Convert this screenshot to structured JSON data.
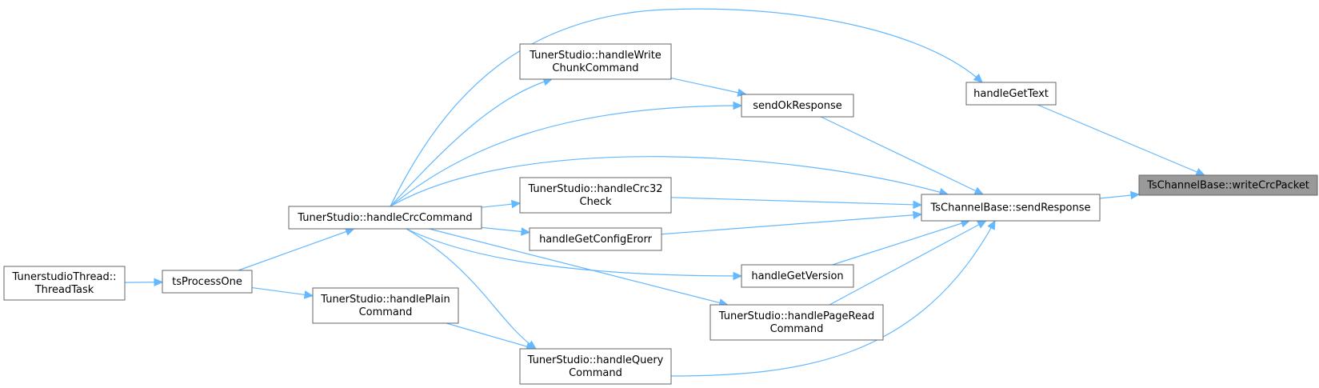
{
  "graph": {
    "nodes": [
      {
        "id": "writeCrcPacket",
        "lines": [
          "TsChannelBase::writeCrcPacket"
        ],
        "root": true
      },
      {
        "id": "sendResponse",
        "lines": [
          "TsChannelBase::sendResponse"
        ]
      },
      {
        "id": "handleGetText",
        "lines": [
          "handleGetText"
        ]
      },
      {
        "id": "sendOkResponse",
        "lines": [
          "sendOkResponse"
        ]
      },
      {
        "id": "handleWriteChunk",
        "lines": [
          "TunerStudio::handleWrite",
          "ChunkCommand"
        ]
      },
      {
        "id": "handleCrc32",
        "lines": [
          "TunerStudio::handleCrc32",
          "Check"
        ]
      },
      {
        "id": "handleGetConfigErorr",
        "lines": [
          "handleGetConfigErorr"
        ]
      },
      {
        "id": "handleGetVersion",
        "lines": [
          "handleGetVersion"
        ]
      },
      {
        "id": "handlePageRead",
        "lines": [
          "TunerStudio::handlePageRead",
          "Command"
        ]
      },
      {
        "id": "handleQuery",
        "lines": [
          "TunerStudio::handleQuery",
          "Command"
        ]
      },
      {
        "id": "handleCrcCommand",
        "lines": [
          "TunerStudio::handleCrcCommand"
        ]
      },
      {
        "id": "handlePlain",
        "lines": [
          "TunerStudio::handlePlain",
          "Command"
        ]
      },
      {
        "id": "tsProcessOne",
        "lines": [
          "tsProcessOne"
        ]
      },
      {
        "id": "threadTask",
        "lines": [
          "TunerstudioThread::",
          "ThreadTask"
        ]
      }
    ],
    "edges": [
      {
        "from": "sendResponse",
        "to": "writeCrcPacket"
      },
      {
        "from": "handleGetText",
        "to": "writeCrcPacket"
      },
      {
        "from": "sendOkResponse",
        "to": "sendResponse"
      },
      {
        "from": "handleCrc32",
        "to": "sendResponse"
      },
      {
        "from": "handleGetConfigErorr",
        "to": "sendResponse"
      },
      {
        "from": "handleGetVersion",
        "to": "sendResponse"
      },
      {
        "from": "handlePageRead",
        "to": "sendResponse"
      },
      {
        "from": "handleQuery",
        "to": "sendResponse"
      },
      {
        "from": "handleCrcCommand",
        "to": "sendResponse"
      },
      {
        "from": "handleWriteChunk",
        "to": "sendOkResponse"
      },
      {
        "from": "handleCrcCommand",
        "to": "sendOkResponse"
      },
      {
        "from": "handleCrcCommand",
        "to": "handleGetText"
      },
      {
        "from": "handleCrcCommand",
        "to": "handleWriteChunk"
      },
      {
        "from": "handleCrcCommand",
        "to": "handleCrc32"
      },
      {
        "from": "handleCrcCommand",
        "to": "handleGetConfigErorr"
      },
      {
        "from": "handleCrcCommand",
        "to": "handleGetVersion"
      },
      {
        "from": "handleCrcCommand",
        "to": "handlePageRead"
      },
      {
        "from": "handleCrcCommand",
        "to": "handleQuery"
      },
      {
        "from": "handlePlain",
        "to": "handleQuery"
      },
      {
        "from": "tsProcessOne",
        "to": "handleCrcCommand"
      },
      {
        "from": "tsProcessOne",
        "to": "handlePlain"
      },
      {
        "from": "threadTask",
        "to": "tsProcessOne"
      }
    ]
  },
  "colors": {
    "edge": "#63b8ff",
    "root_fill": "#999999",
    "border": "#666666"
  }
}
